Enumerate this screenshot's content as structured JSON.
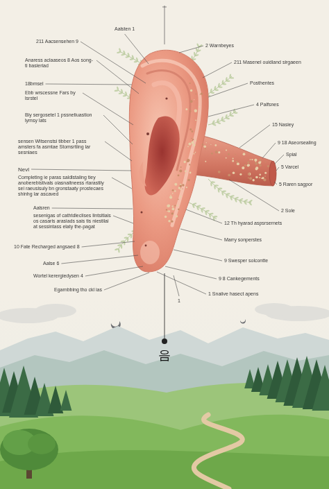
{
  "diagram": {
    "labels": [
      "211 Aacsensehen 9",
      "Aalsten 1",
      "Anaress aclaaseos 8 Aos song-ti basieriad",
      "18bmsel",
      "Ebb wrscessne Fars by lsrstel",
      "Biy sergosetel 1 pssnetiuastion lymsy lats",
      "sensen Witsenstsi tibber 1 pass amsters fa asmtae Stomsrtiing lar sesniaes",
      "Nevl",
      "Completing ie paras saldlstaling tiey anoberebistivals oiasnaitneess rtarastily sei raeusisuly bn gronstaaty prostecaes shinhg lar ascaved",
      "Aalsren",
      "sesenigas of cathtdleclises lintsitiais os casaris arasiads sais tis niestilai at sessintass elaty the-pagat",
      "10 Fate Recharged angsaed 8",
      "Aalse 6",
      "Wortel kerergiedysen 4",
      "Egarnbbing tho ckl ias",
      "2 Warnbeyes",
      "211 Masenel ouidland sirgaeen",
      "Posthentes",
      "4 Palfsnes",
      "15 Nasiey",
      "9 18 Aseorsealing",
      "Spial",
      "5 Varcel",
      "5 Raren sagpor",
      "2 Sole",
      "12 Th hyarad aspsrsernets",
      "Marry sonperstes",
      "9 Swesper solcontte",
      "9 8 Cankegements",
      "1 Snaiive hasect apens",
      "1",
      "음"
    ]
  }
}
